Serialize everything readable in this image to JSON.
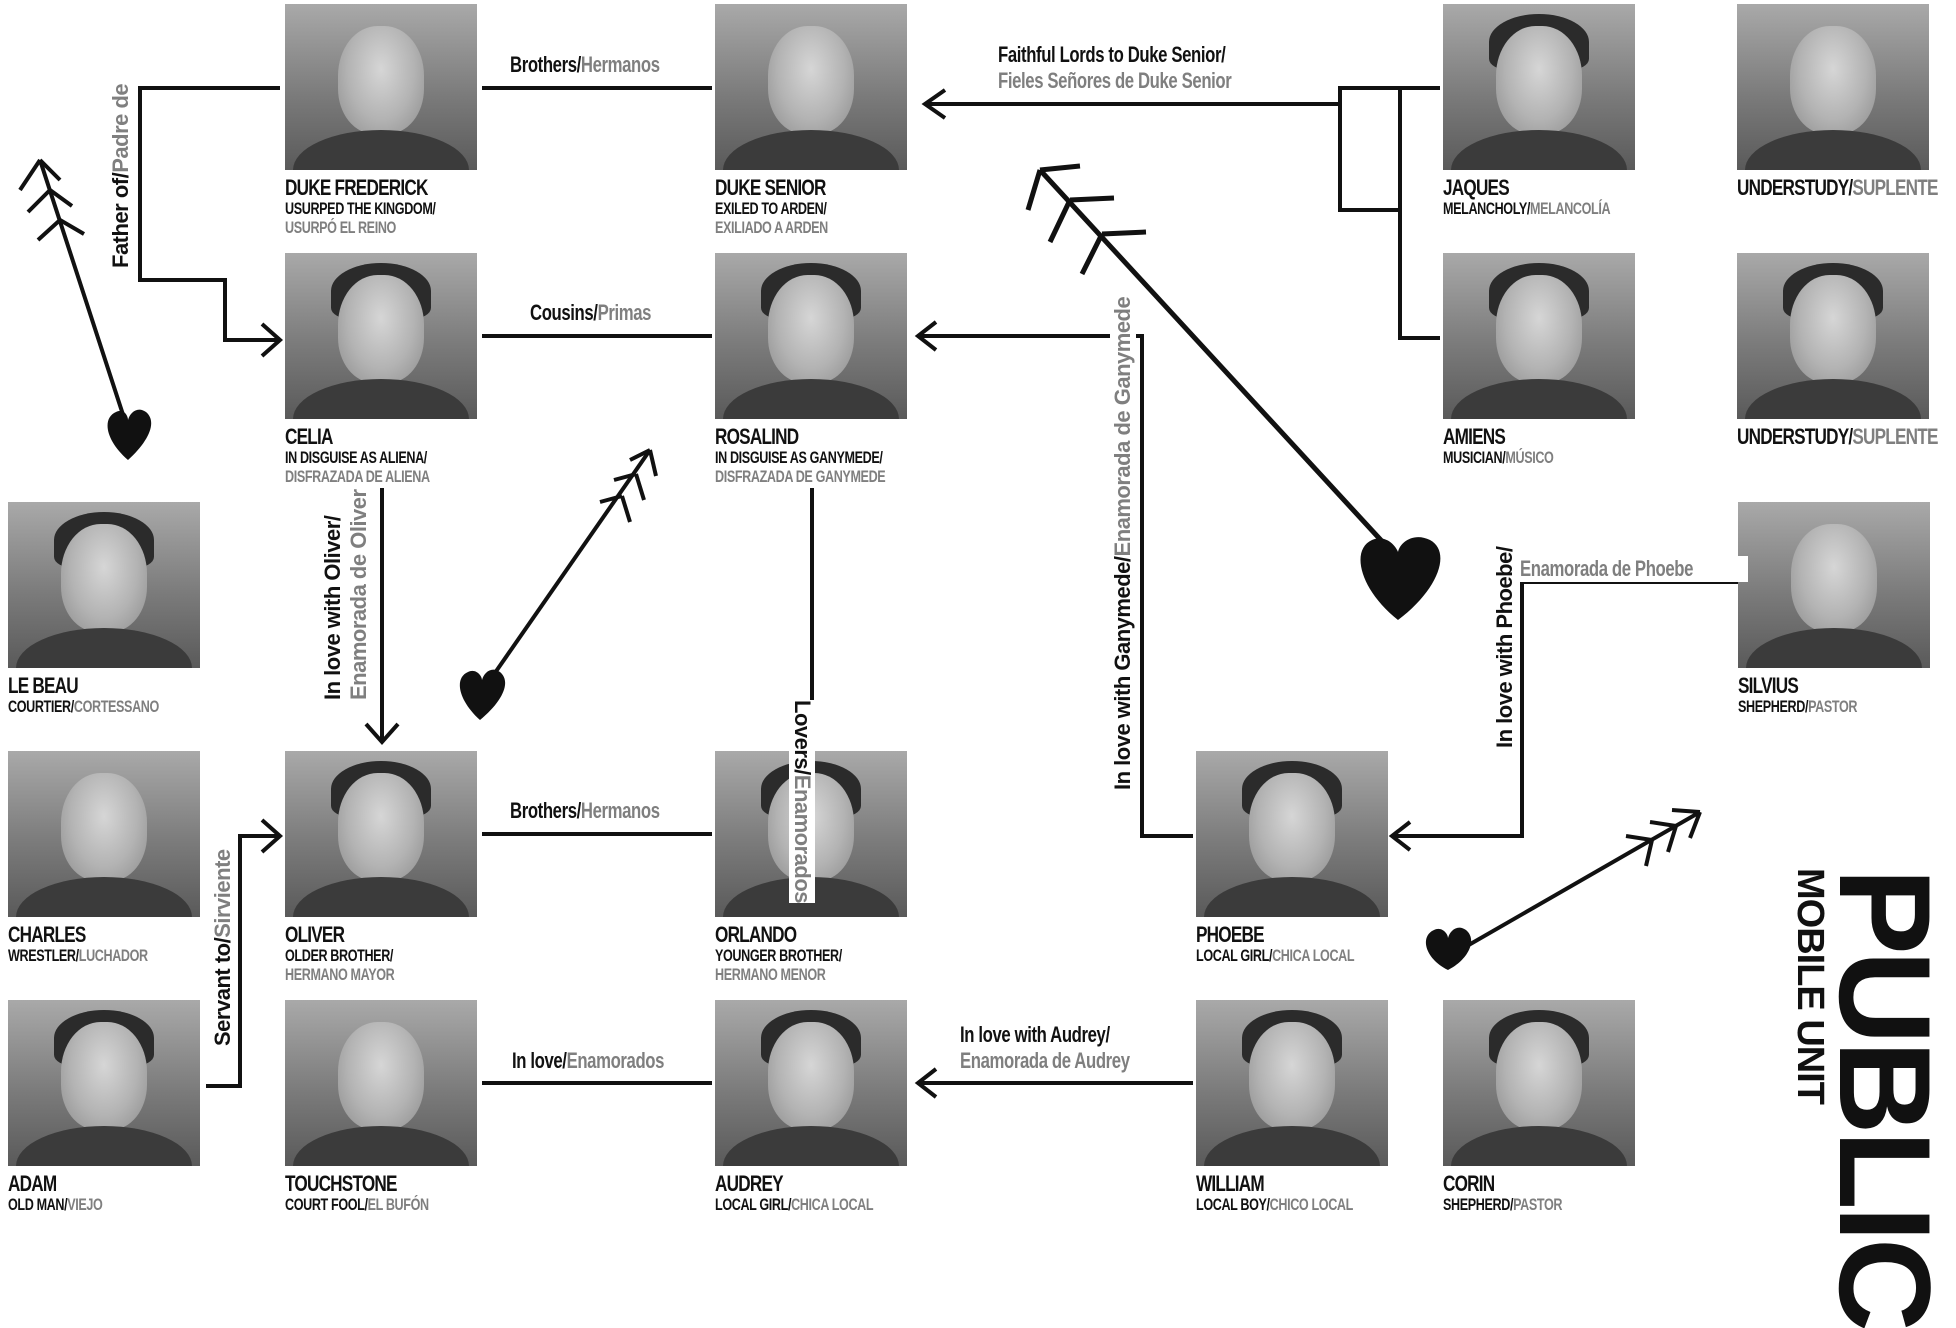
{
  "colors": {
    "ink": "#111111",
    "secondary": "#7f7f7f",
    "background": "#ffffff"
  },
  "characters": {
    "duke_frederick": {
      "name": "DUKE FREDERICK",
      "line1_en": "USURPED THE KINGDOM/",
      "line2_es": "USURPÓ EL REINO"
    },
    "duke_senior": {
      "name": "DUKE SENIOR",
      "line1_en": "EXILED TO ARDEN/",
      "line2_es": "EXILIADO A ARDEN"
    },
    "jaques": {
      "name": "JAQUES",
      "role_en": "MELANCHOLY/",
      "role_es": "MELANCOLÍA"
    },
    "understudy_1": {
      "name_en": "UNDERSTUDY/",
      "name_es": "SUPLENTE"
    },
    "celia": {
      "name": "CELIA",
      "line1_en": "IN DISGUISE AS ALIENA/",
      "line2_es": "DISFRAZADA DE ALIENA"
    },
    "rosalind": {
      "name": "ROSALIND",
      "line1_en": "IN DISGUISE AS GANYMEDE/",
      "line2_es": "DISFRAZADA DE GANYMEDE"
    },
    "amiens": {
      "name": "AMIENS",
      "role_en": "MUSICIAN/",
      "role_es": "MÚSICO"
    },
    "understudy_2": {
      "name_en": "UNDERSTUDY/",
      "name_es": "SUPLENTE"
    },
    "le_beau": {
      "name": "LE BEAU",
      "role_en": "COURTIER/",
      "role_es": "CORTESSANO"
    },
    "silvius": {
      "name": "SILVIUS",
      "role_en": "SHEPHERD/",
      "role_es": "PASTOR"
    },
    "charles": {
      "name": "CHARLES",
      "role_en": "WRESTLER/",
      "role_es": "LUCHADOR"
    },
    "oliver": {
      "name": "OLIVER",
      "line1_en": "OLDER BROTHER/",
      "line2_es": "HERMANO MAYOR"
    },
    "orlando": {
      "name": "ORLANDO",
      "line1_en": "YOUNGER BROTHER/",
      "line2_es": "HERMANO MENOR"
    },
    "phoebe": {
      "name": "PHOEBE",
      "role_en": "LOCAL GIRL/",
      "role_es": "CHICA LOCAL"
    },
    "adam": {
      "name": "ADAM",
      "role_en": "OLD MAN/",
      "role_es": "VIEJO"
    },
    "touchstone": {
      "name": "TOUCHSTONE",
      "role_en": "COURT FOOL/",
      "role_es": "EL BUFÓN"
    },
    "audrey": {
      "name": "AUDREY",
      "role_en": "LOCAL GIRL/",
      "role_es": "CHICA LOCAL"
    },
    "william": {
      "name": "WILLIAM",
      "role_en": "LOCAL BOY/",
      "role_es": "CHICO LOCAL"
    },
    "corin": {
      "name": "CORIN",
      "role_en": "SHEPHERD/",
      "role_es": "PASTOR"
    }
  },
  "relations": {
    "brothers_dukes": {
      "en": "Brothers/",
      "es": "Hermanos"
    },
    "faithful_lords": {
      "en": "Faithful Lords to Duke Senior/",
      "es": "Fieles Señores de Duke Senior"
    },
    "father_of": {
      "en": "Father of/",
      "es": "Padre de"
    },
    "cousins": {
      "en": "Cousins/",
      "es": "Primas"
    },
    "celia_oliver": {
      "en": "In love with Oliver/",
      "es": "Enamorada de Oliver"
    },
    "lovers": {
      "en": "Lovers/",
      "es": "Enamorados"
    },
    "phoebe_ganymede": {
      "en": "In love with Ganymede/",
      "es": "Enamorada de Ganymede"
    },
    "silvius_phoebe": {
      "en": "In love with Phoebe/",
      "es": "Enamorada de Phoebe"
    },
    "brothers_oliver_orlando": {
      "en": "Brothers/",
      "es": "Hermanos"
    },
    "servant_to": {
      "en": "Servant to/",
      "es": "Sirviente"
    },
    "in_love": {
      "en": "In love/",
      "es": "Enamorados"
    },
    "william_audrey": {
      "en": "In love with Audrey/",
      "es": "Enamorada de Audrey"
    }
  },
  "logo": {
    "wordmark": "PUBLIC",
    "subtitle": "MOBILE UNIT"
  }
}
